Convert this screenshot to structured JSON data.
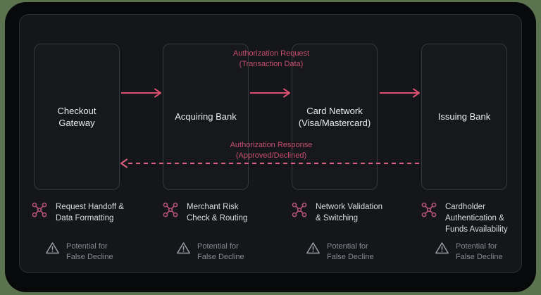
{
  "diagram": {
    "title": "",
    "nodes": [
      {
        "label": "Checkout\nGateway"
      },
      {
        "label": "Acquiring Bank"
      },
      {
        "label": "Card Network\n(Visa/Mastercard)"
      },
      {
        "label": "Issuing Bank"
      }
    ],
    "request_label": "Authorization Request\n(Transaction Data)",
    "response_label": "Authorization Response\n(Approved/Declined)",
    "steps": [
      {
        "process": "Request Handoff &\nData Formatting",
        "warning": "Potential for\nFalse Decline"
      },
      {
        "process": "Merchant Risk\nCheck & Routing",
        "warning": "Potential for\nFalse Decline"
      },
      {
        "process": "Network Validation\n& Switching",
        "warning": "Potential for\nFalse Decline"
      },
      {
        "process": "Cardholder\nAuthentication &\nFunds Availability",
        "warning": "Potential for\nFalse Decline"
      }
    ],
    "icons": {
      "process_icon": "network-nodes-icon",
      "warning_icon": "warning-triangle-icon"
    },
    "colors": {
      "page_green": "#5b744f",
      "frame_black": "#08090a",
      "panel_bg": "#141619",
      "box_border": "#34383f",
      "arrow_pink": "#d95070",
      "label_pink": "#c5506f",
      "icon_pink": "#b45275",
      "text_primary": "#e9ebee",
      "text_muted": "#868b93"
    }
  }
}
